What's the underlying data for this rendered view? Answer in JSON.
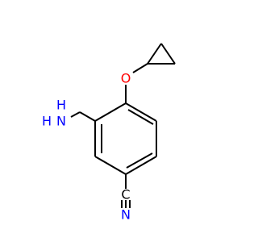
{
  "molecule": {
    "atoms": {
      "oxygen": {
        "symbol": "O",
        "color": "#ff0000"
      },
      "amine_n": {
        "symbol": "N",
        "color": "#0000ff"
      },
      "amine_h": {
        "symbol": "H",
        "color": "#0000ff"
      },
      "amine_h2": {
        "symbol": "H",
        "color": "#0000ff"
      },
      "nitrile_n": {
        "symbol": "N",
        "color": "#0000ff"
      },
      "nitrile_c": {
        "symbol": "C",
        "color": "#000000"
      }
    },
    "bond_color": "#000000"
  }
}
